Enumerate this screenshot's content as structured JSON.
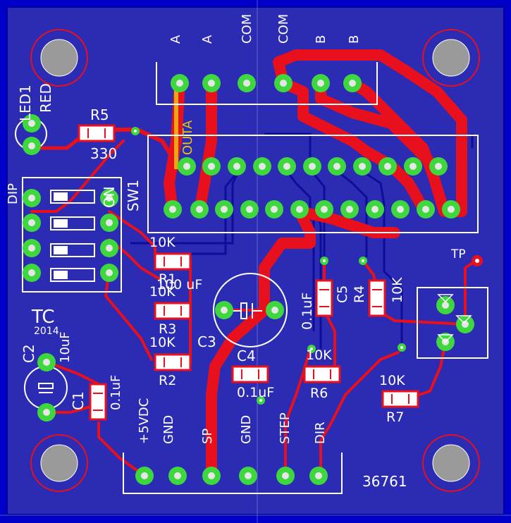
{
  "colors": {
    "board": "#2b2bb4",
    "board_fill": "#0000c8",
    "copper_top": "#e8101c",
    "copper_bottom": "#1212d8",
    "pad": "#3ed83e",
    "silk": "#ffffff",
    "trace_yellow": "#e8c40c"
  },
  "labels": {
    "led_ref": "LED1",
    "led_color": "RED",
    "r5_ref": "R5",
    "r5_val": "330",
    "dip": "DIP",
    "sw_ref": "SW1",
    "on": "ON",
    "r1_val": "10K",
    "r1_ref": "R1",
    "c3_val": "100 uF",
    "r3_val": "10K",
    "r3_ref": "R3",
    "r2_val": "10K",
    "r2_ref": "R2",
    "c3_ref": "C3",
    "tc_title": "TC",
    "tc_year": "2014",
    "c2_ref": "C2",
    "c2_val": "10uF",
    "c1_ref": "C1",
    "c1_val": "0.1uF",
    "c4_ref": "C4",
    "c4_val": "0.1uF",
    "c5_val": "0.1uF",
    "c5_ref": "C5",
    "r4_ref": "R4",
    "r4_val": "10K",
    "r6_val": "10K",
    "r6_ref": "R6",
    "r7_val": "10K",
    "r7_ref": "R7",
    "tp": "TP",
    "outa": "OUTA",
    "board_id": "36761",
    "top_header": [
      "A",
      "A",
      "COM",
      "COM",
      "B",
      "B"
    ],
    "bottom_header": [
      "+5VDC",
      "GND",
      "SP",
      "GND",
      "STEP",
      "DIR"
    ]
  }
}
